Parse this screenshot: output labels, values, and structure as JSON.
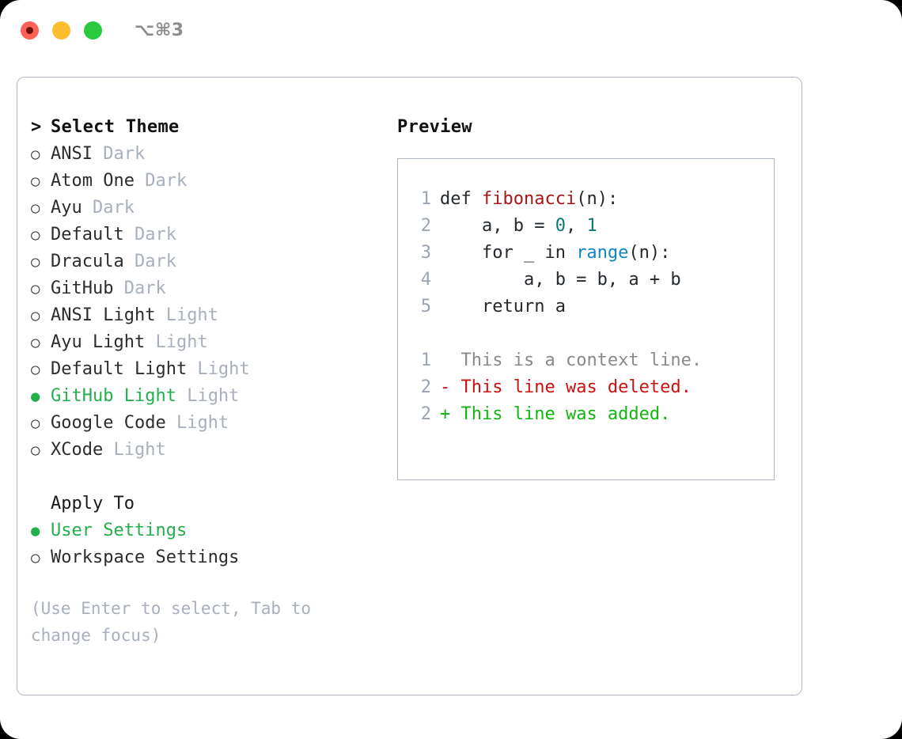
{
  "titlebar": {
    "traffic_lights": [
      "close",
      "minimize",
      "maximize"
    ],
    "shortcut": "⌥⌘3"
  },
  "left": {
    "header": {
      "caret": ">",
      "title": "Select Theme"
    },
    "themes": [
      {
        "bullet": "○",
        "label": "ANSI",
        "tag": "Dark",
        "selected": false
      },
      {
        "bullet": "○",
        "label": "Atom One",
        "tag": "Dark",
        "selected": false
      },
      {
        "bullet": "○",
        "label": "Ayu",
        "tag": "Dark",
        "selected": false
      },
      {
        "bullet": "○",
        "label": "Default",
        "tag": "Dark",
        "selected": false
      },
      {
        "bullet": "○",
        "label": "Dracula",
        "tag": "Dark",
        "selected": false
      },
      {
        "bullet": "○",
        "label": "GitHub",
        "tag": "Dark",
        "selected": false
      },
      {
        "bullet": "○",
        "label": "ANSI Light",
        "tag": "Light",
        "selected": false
      },
      {
        "bullet": "○",
        "label": "Ayu Light",
        "tag": "Light",
        "selected": false
      },
      {
        "bullet": "○",
        "label": "Default Light",
        "tag": "Light",
        "selected": false
      },
      {
        "bullet": "●",
        "label": "GitHub Light",
        "tag": "Light",
        "selected": true
      },
      {
        "bullet": "○",
        "label": "Google Code",
        "tag": "Light",
        "selected": false
      },
      {
        "bullet": "○",
        "label": "XCode",
        "tag": "Light",
        "selected": false
      }
    ],
    "apply_to": {
      "title": "Apply To",
      "options": [
        {
          "bullet": "●",
          "label": "User Settings",
          "selected": true
        },
        {
          "bullet": "○",
          "label": "Workspace Settings",
          "selected": false
        }
      ]
    },
    "hint": "(Use Enter to select, Tab to change focus)"
  },
  "preview": {
    "title": "Preview",
    "code_lines": [
      {
        "num": "1",
        "tokens": [
          {
            "t": "def ",
            "c": "c-plain"
          },
          {
            "t": "fibonacci",
            "c": "c-func"
          },
          {
            "t": "(n):",
            "c": "c-plain"
          }
        ]
      },
      {
        "num": "2",
        "tokens": [
          {
            "t": "    a, b = ",
            "c": "c-plain"
          },
          {
            "t": "0",
            "c": "c-num"
          },
          {
            "t": ", ",
            "c": "c-plain"
          },
          {
            "t": "1",
            "c": "c-num"
          }
        ]
      },
      {
        "num": "3",
        "tokens": [
          {
            "t": "    for _ in ",
            "c": "c-plain"
          },
          {
            "t": "range",
            "c": "c-call"
          },
          {
            "t": "(n):",
            "c": "c-plain"
          }
        ]
      },
      {
        "num": "4",
        "tokens": [
          {
            "t": "        a, b = b, a + b",
            "c": "c-plain"
          }
        ]
      },
      {
        "num": "5",
        "tokens": [
          {
            "t": "    return a",
            "c": "c-plain"
          }
        ]
      }
    ],
    "diff_lines": [
      {
        "num": "1",
        "marker": "  ",
        "text": "This is a context line.",
        "cls": "d-ctx"
      },
      {
        "num": "2",
        "marker": "- ",
        "text": "This line was deleted.",
        "cls": "d-del"
      },
      {
        "num": "2",
        "marker": "+ ",
        "text": "This line was added.",
        "cls": "d-add"
      }
    ]
  },
  "colors": {
    "selected_green": "#21b04b",
    "tag_grey": "#a8b0bd",
    "border": "#aeb8c4",
    "func_red": "#a61717",
    "num_teal": "#0b7a76",
    "call_blue": "#1184c4",
    "diff_add": "#12b512",
    "diff_del": "#cc1111"
  }
}
